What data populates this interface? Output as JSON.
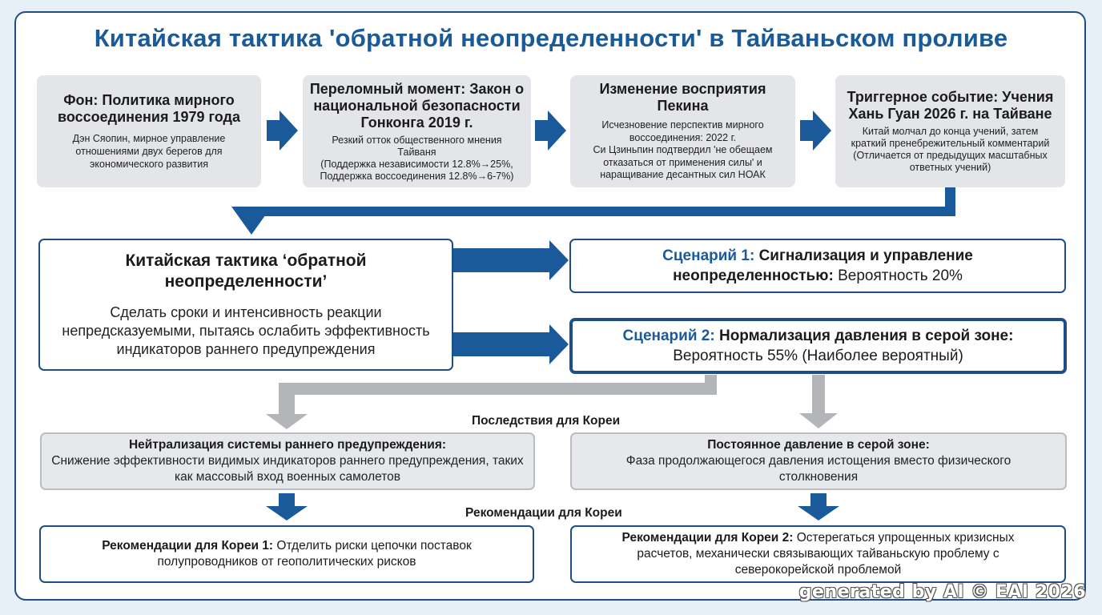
{
  "title": "Китайская тактика 'обратной неопределенности' в Тайваньском проливе",
  "top_boxes": [
    {
      "head": "Фон: Политика мирного воссоединения 1979 года",
      "body": [
        "Дэн Сяопин, мирное управление",
        "отношениями двух берегов для",
        "экономического развития"
      ]
    },
    {
      "head": "Переломный момент: Закон о национальной безопасности Гонконга 2019 г.",
      "body": [
        "Резкий отток общественного мнения",
        "Тайваня",
        "(Поддержка независимости 12.8%→25%,",
        "Поддержка воссоединения 12.8%→6-7%)"
      ]
    },
    {
      "head": "Изменение восприятия Пекина",
      "body": [
        "Исчезновение перспектив мирного",
        "воссоединения: 2022 г.",
        "Си Цзиньпин подтвердил 'не обещаем",
        "отказаться от применения силы' и",
        "наращивание десантных сил НОАК"
      ]
    },
    {
      "head": "Триггерное событие: Учения Хань Гуан 2026 г. на Тайване",
      "body": [
        "Китай молчал до конца учений, затем",
        "краткий пренебрежительный комментарий",
        "(Отличается от предыдущих масштабных",
        "ответных учений)"
      ]
    }
  ],
  "main": {
    "head": "Китайская тактика ‘обратной неопределенности’",
    "body": "Сделать сроки и интенсивность реакции непредсказуемыми, пытаясь ослабить эффективность индикаторов раннего предупреждения"
  },
  "scenarios": [
    {
      "label": "Сценарий 1:",
      "name": "Сигнализация и управление неопределенностью:",
      "prob": "Вероятность 20%"
    },
    {
      "label": "Сценарий 2:",
      "name": "Нормализация давления в серой зоне:",
      "prob": "Вероятность 55% (Наиболее вероятный)"
    }
  ],
  "implications_caption": "Последствия для Кореи",
  "implications": [
    {
      "head": "Нейтрализация системы раннего предупреждения:",
      "body": "Снижение эффективности видимых индикаторов раннего предупреждения, таких как массовый вход военных самолетов"
    },
    {
      "head": "Постоянное давление в серой зоне:",
      "body": "Фаза продолжающегося давления истощения вместо физического столкновения"
    }
  ],
  "recommendations_caption": "Рекомендации для Кореи",
  "recommendations": [
    {
      "label": "Рекомендации для Кореи 1:",
      "text": "Отделить риски цепочки поставок полупроводников от геополитических рисков"
    },
    {
      "label": "Рекомендации для Кореи 2:",
      "text": "Остерегаться упрощенных кризисных расчетов, механически связывающих тайваньскую проблему с северокорейской проблемой"
    }
  ],
  "watermark": "generated by AI © EAI 2026",
  "colors": {
    "accent": "#1a5a98",
    "border": "#1f4e86",
    "gray_arrow": "#b3b5b8",
    "box_gray": "#e3e5e8"
  }
}
